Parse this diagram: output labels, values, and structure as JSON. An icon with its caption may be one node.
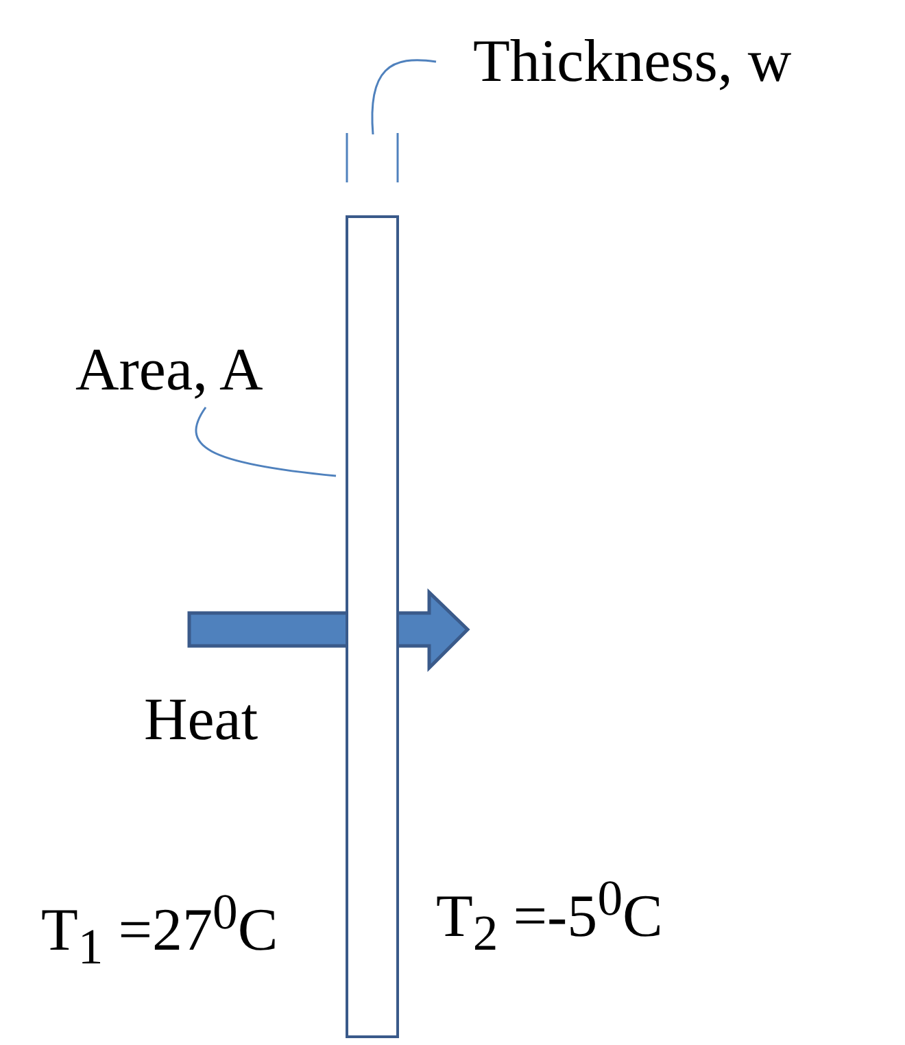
{
  "diagram": {
    "nodes": [
      {
        "text": [
          "Thickness, w"
        ]
      },
      {
        "text": [],
        "shape": "box"
      },
      {
        "text": [
          "Area, A"
        ]
      }
    ],
    "edges": [
      {
        "from": 0,
        "to": null,
        "arrow": "none"
      },
      {
        "from": 2,
        "to": 1,
        "arrow": "none"
      }
    ],
    "labels": [
      "Heat",
      "T$_{1}$ =27$^{0}$C",
      "T$_{2}$ =-5$^{0}$C"
    ]
  }
}
